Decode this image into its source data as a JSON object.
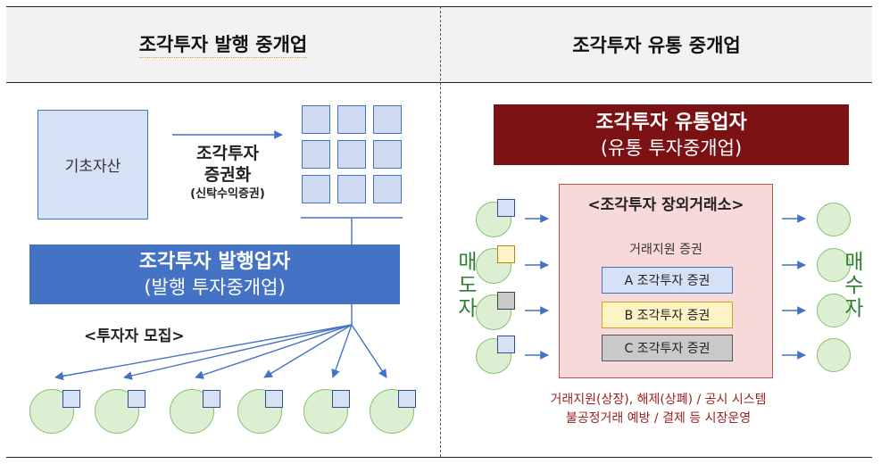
{
  "headers": {
    "left": "조각투자 발행 중개업",
    "right": "조각투자 유통 중개업"
  },
  "left": {
    "underlying_asset": "기초자산",
    "securitization": {
      "line1": "조각투자",
      "line2": "증권화",
      "sub": "(신탁수익증권)"
    },
    "issuer": {
      "title": "조각투자 발행업자",
      "subtitle": "(발행 투자중개업)"
    },
    "recruit": "<투자자 모집>"
  },
  "right": {
    "distributor": {
      "title": "조각투자 유통업자",
      "subtitle": "(유통 투자중개업)"
    },
    "exchange": {
      "title": "<조각투자 장외거래소>",
      "support_label": "거래지원 증권",
      "securities": [
        "A 조각투자 증권",
        "B 조각투자 증권",
        "C 조각투자 증권"
      ]
    },
    "seller_label": "매도자",
    "buyer_label": "매수자",
    "footer": {
      "line1": "거래지원(상장), 해제(상폐) / 공시 시스템",
      "line2": "불공정거래 예방 / 결제 등 시장운영"
    }
  },
  "colors": {
    "issuer_blue": "#4472c4",
    "distributor_maroon": "#7b1113",
    "exchange_fill": "#f8d9d9",
    "security_a": "#d6e1f5",
    "security_b": "#fdf3c4",
    "security_c": "#c9c9c9",
    "investor_green": "#dcefd2"
  }
}
